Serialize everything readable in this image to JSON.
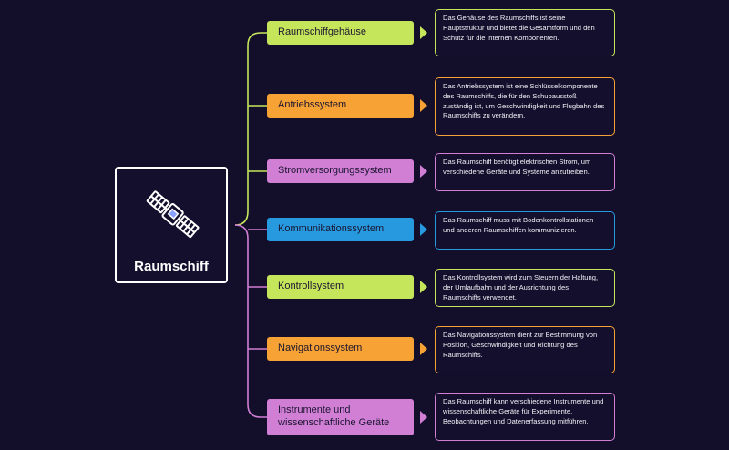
{
  "root": {
    "label": "Raumschiff",
    "icon": "satellite-icon"
  },
  "colors": {
    "background": "#130f2b",
    "green": "#c5e55b",
    "orange": "#f7a234",
    "pink": "#d17fd5",
    "blue": "#2799df"
  },
  "branches": [
    {
      "label": "Raumschiffgehäuse",
      "color": "#c5e55b",
      "note": "Das Gehäuse des Raumschiffs ist seine Hauptstruktur und bietet die Gesamtform und den Schutz für die internen Komponenten."
    },
    {
      "label": "Antriebssystem",
      "color": "#f7a234",
      "note": "Das Antriebssystem ist eine Schlüsselkomponente des Raumschiffs, die für den Schubausstoß zuständig ist, um Geschwindigkeit und Flugbahn des Raumschiffs zu verändern."
    },
    {
      "label": "Stromversorgungssystem",
      "color": "#d17fd5",
      "note": "Das Raumschiff benötigt elektrischen Strom, um verschiedene Geräte und Systeme anzutreiben."
    },
    {
      "label": "Kommunikationssystem",
      "color": "#2799df",
      "note": "Das Raumschiff muss mit Bodenkontrollstationen und anderen Raumschiffen kommunizieren."
    },
    {
      "label": "Kontrollsystem",
      "color": "#c5e55b",
      "note": "Das Kontrollsystem wird zum Steuern der Haltung, der Umlaufbahn und der Ausrichtung des Raumschiffs verwendet."
    },
    {
      "label": "Navigationssystem",
      "color": "#f7a234",
      "note": "Das Navigationssystem dient zur Bestimmung von Position, Geschwindigkeit und Richtung des Raumschiffs."
    },
    {
      "label": "Instrumente und wissenschaftliche Geräte",
      "color": "#d17fd5",
      "note": "Das Raumschiff kann verschiedene Instrumente und wissenschaftliche Geräte für Experimente, Beobachtungen und Datenerfassung mitführen."
    }
  ]
}
